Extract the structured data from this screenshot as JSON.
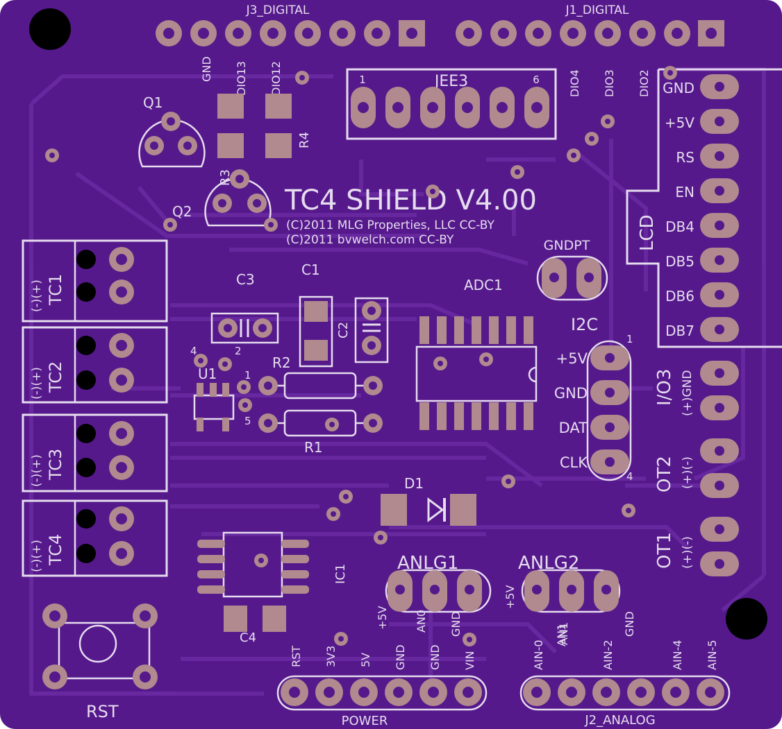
{
  "board": {
    "color": "#55198b",
    "silk_color": "#e6dcef",
    "pad_color": "#b08a8e",
    "trace_color": "#6a2aa2"
  },
  "title": "TC4 SHIELD V4.00",
  "copyright_1": "(C)2011 MLG Properties, LLC CC-BY",
  "copyright_2": "(C)2011 bvwelch.com CC-BY",
  "headers": {
    "j3": "J3_DIGITAL",
    "j1": "J1_DIGITAL",
    "power": "POWER",
    "j2": "J2_ANALOG"
  },
  "j3_pins": [
    "GND",
    "DIO13",
    "DIO12"
  ],
  "j1_pins": [
    "DIO4",
    "DIO3",
    "DIO2"
  ],
  "jee3": {
    "label": "JEE3",
    "pin_first": "1",
    "pin_last": "6"
  },
  "lcd": {
    "label": "LCD",
    "pins": [
      "GND",
      "+5V",
      "RS",
      "EN",
      "DB4",
      "DB5",
      "DB6",
      "DB7"
    ]
  },
  "components": {
    "q1": "Q1",
    "q2": "Q2",
    "r3": "R3",
    "r4": "R4",
    "c3": "C3",
    "c1": "C1",
    "c2": "C2",
    "adc1": "ADC1",
    "u1": "U1",
    "r2": "R2",
    "r1": "R1",
    "d1": "D1",
    "ic1": "IC1",
    "c4": "C4",
    "rst": "RST",
    "gndpt": "GNDPT"
  },
  "u1_pins": {
    "p4": "4",
    "p2": "2",
    "p1": "1",
    "p5": "5"
  },
  "tc": [
    "TC1",
    "TC2",
    "TC3",
    "TC4"
  ],
  "tc_polarity": "(-)(+)",
  "i2c": {
    "label": "I2C",
    "pins": [
      "+5V",
      "GND",
      "DAT",
      "CLK"
    ],
    "first": "1",
    "last": "4"
  },
  "outputs": {
    "io3": "I/O3",
    "ot2": "OT2",
    "ot1": "OT1",
    "io3_pins": "(+)GND",
    "ot_pins": "(+)(-)"
  },
  "anlg1": {
    "label": "ANLG1",
    "pins": [
      "+5V",
      "AN0",
      "GND"
    ]
  },
  "anlg2": {
    "label": "ANLG2",
    "pins": [
      "+5V",
      "AN1",
      "GND"
    ]
  },
  "power_pins": [
    "RST",
    "3V3",
    "5V",
    "GND",
    "GND",
    "VIN"
  ],
  "analog_pins": [
    "AIN-0",
    "AN1",
    "AIN-2",
    "",
    "AIN-4",
    "AIN-5"
  ]
}
